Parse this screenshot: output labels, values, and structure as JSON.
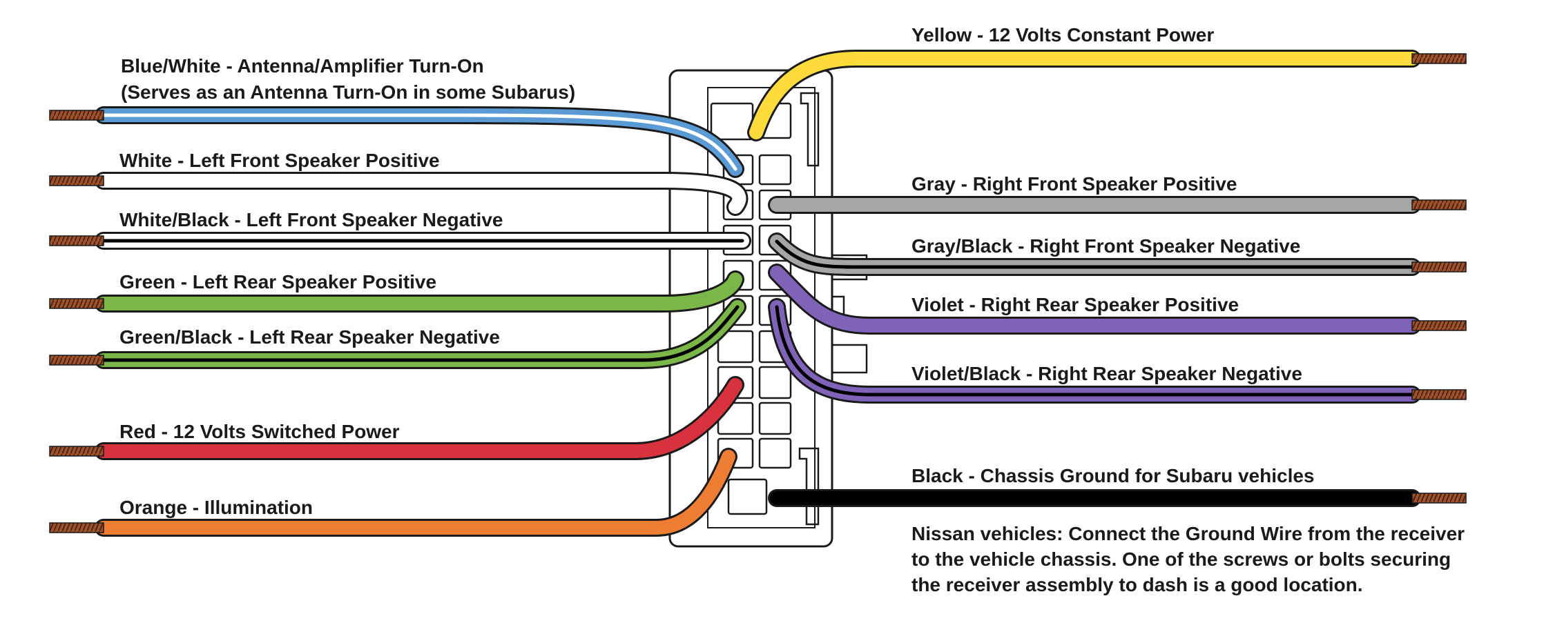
{
  "left_wires": [
    {
      "id": "blue-white",
      "label": "Blue/White - Antenna/Amplifier Turn-On",
      "label2": "(Serves as an Antenna Turn-On in some Subarus)",
      "color": "#5b9bd5",
      "stripe": "#ffffff",
      "icon": "wire-blue-white-icon"
    },
    {
      "id": "white",
      "label": "White - Left Front Speaker Positive",
      "color": "#ffffff",
      "stripe": null,
      "icon": "wire-white-icon"
    },
    {
      "id": "white-black",
      "label": "White/Black - Left Front Speaker Negative",
      "color": "#ffffff",
      "stripe": "#000000",
      "icon": "wire-white-black-icon"
    },
    {
      "id": "green",
      "label": "Green - Left Rear Speaker Positive",
      "color": "#7ab648",
      "stripe": null,
      "icon": "wire-green-icon"
    },
    {
      "id": "green-black",
      "label": "Green/Black - Left Rear Speaker Negative",
      "color": "#7ab648",
      "stripe": "#000000",
      "icon": "wire-green-black-icon"
    },
    {
      "id": "red",
      "label": "Red - 12 Volts Switched Power",
      "color": "#d9323f",
      "stripe": null,
      "icon": "wire-red-icon"
    },
    {
      "id": "orange",
      "label": "Orange - Illumination",
      "color": "#ec7d32",
      "stripe": null,
      "icon": "wire-orange-icon"
    }
  ],
  "right_wires": [
    {
      "id": "yellow",
      "label": "Yellow - 12 Volts Constant Power",
      "color": "#fddb3a",
      "stripe": null,
      "icon": "wire-yellow-icon"
    },
    {
      "id": "gray",
      "label": "Gray - Right Front Speaker Positive",
      "color": "#a6a6a6",
      "stripe": null,
      "icon": "wire-gray-icon"
    },
    {
      "id": "gray-black",
      "label": "Gray/Black - Right Front Speaker Negative",
      "color": "#a6a6a6",
      "stripe": "#000000",
      "icon": "wire-gray-black-icon"
    },
    {
      "id": "violet",
      "label": "Violet - Right Rear Speaker Positive",
      "color": "#7f63b8",
      "stripe": null,
      "icon": "wire-violet-icon"
    },
    {
      "id": "violet-black",
      "label": "Violet/Black - Right Rear Speaker Negative",
      "color": "#7f63b8",
      "stripe": "#000000",
      "icon": "wire-violet-black-icon"
    },
    {
      "id": "black",
      "label": "Black - Chassis Ground for Subaru vehicles",
      "color": "#000000",
      "stripe": null,
      "icon": "wire-black-icon"
    }
  ],
  "ground_note": {
    "line1": "Nissan vehicles:  Connect the Ground Wire from the receiver",
    "line2": "to the vehicle chassis.  One of the screws or bolts securing",
    "line3": "the receiver assembly to dash is a good location."
  },
  "colors": {
    "outline": "#1a1a1a",
    "copper": "#a0522d",
    "copper_dark": "#4a2410",
    "connector_fill": "#ffffff"
  }
}
